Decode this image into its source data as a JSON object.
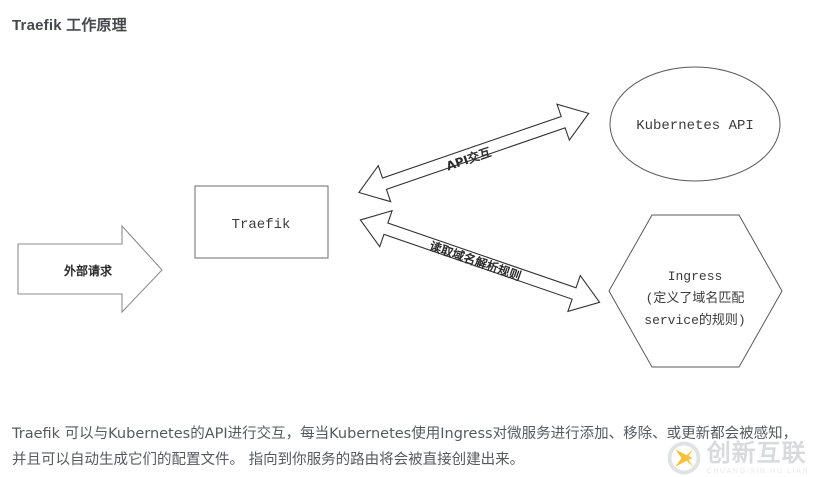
{
  "page": {
    "title": "Traefik 工作原理",
    "background_color": "#ffffff",
    "title_color": "#44484c"
  },
  "diagram": {
    "external_request_arrow": {
      "label": "外部请求",
      "direction": "right",
      "stroke_color": "#8d8d8d"
    },
    "traefik_box": {
      "label": "Traefik",
      "shape": "rectangle",
      "stroke_color": "#6b6b6b"
    },
    "api_arrow": {
      "label": "API交互",
      "direction": "bidirectional",
      "orientation": "up-right",
      "stroke_color": "#333333"
    },
    "rules_arrow": {
      "label": "读取域名解析规则",
      "direction": "bidirectional",
      "orientation": "down-right",
      "stroke_color": "#333333"
    },
    "kubernetes_api_node": {
      "label": "Kubernetes API",
      "shape": "ellipse",
      "stroke_color": "#595959"
    },
    "ingress_node": {
      "shape": "hexagon",
      "stroke_color": "#595959",
      "lines": [
        "Ingress",
        "(定义了域名匹配",
        "service的规则)"
      ]
    }
  },
  "caption": {
    "text": "Traefik 可以与Kubernetes的API进行交互，每当Kubernetes使用Ingress对微服务进行添加、移除、或更新都会被感知，并且可以自动生成它们的配置文件。 指向到你服务的路由将会被直接创建出来。",
    "color": "#555a5f"
  },
  "watermark": {
    "brand_cn": "创新互联",
    "brand_en": "CHUANG XIN HU LIAN",
    "logo_color": "#f5b721",
    "text_color": "#d2d4d6"
  }
}
